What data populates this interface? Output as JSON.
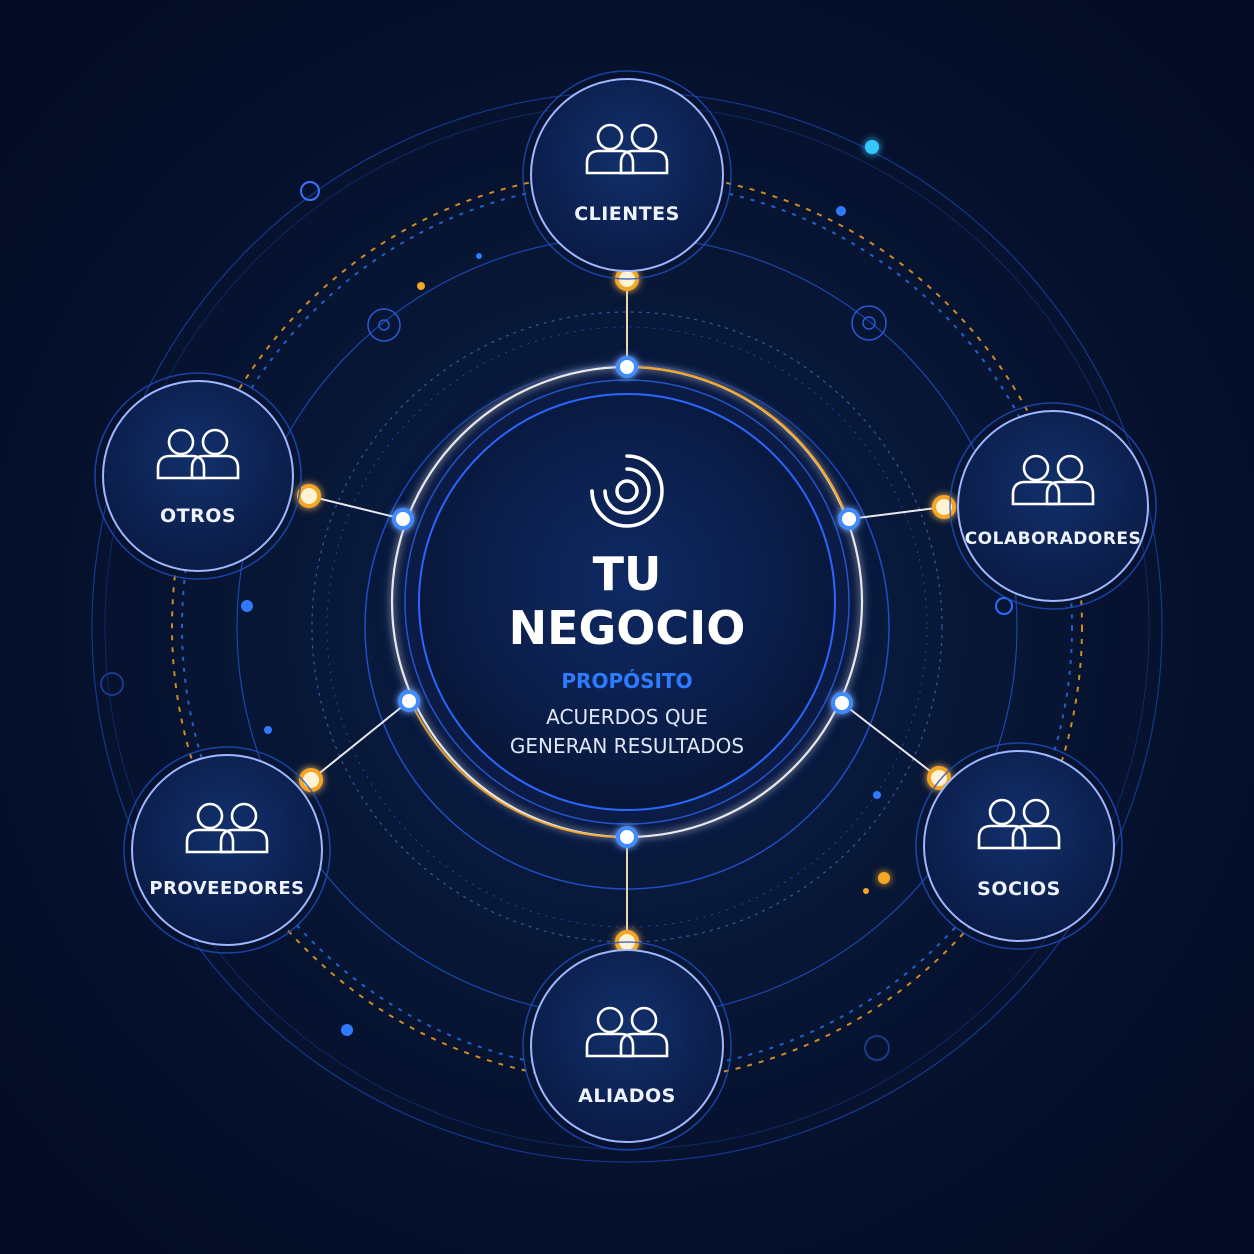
{
  "center": {
    "title_line1": "TU",
    "title_line2": "NEGOCIO",
    "purpose": "PROPÓSITO",
    "subtitle_line1": "ACUERDOS QUE",
    "subtitle_line2": "GENERAN RESULTADOS",
    "icon": "target-icon"
  },
  "nodes": [
    {
      "id": "clientes",
      "label": "CLIENTES",
      "icon": "people-icon"
    },
    {
      "id": "colaboradores",
      "label": "COLABORADORES",
      "icon": "people-icon"
    },
    {
      "id": "socios",
      "label": "SOCIOS",
      "icon": "people-icon"
    },
    {
      "id": "aliados",
      "label": "ALIADOS",
      "icon": "people-icon"
    },
    {
      "id": "proveedores",
      "label": "PROVEEDORES",
      "icon": "people-icon"
    },
    {
      "id": "otros",
      "label": "OTROS",
      "icon": "people-icon"
    }
  ],
  "colors": {
    "background": "#050f2a",
    "ring_blue": "#2f6dff",
    "glow_blue": "#3f8cff",
    "accent_orange": "#f5a623",
    "node_fill": "#0c2152",
    "purpose_text": "#2f7bff"
  }
}
